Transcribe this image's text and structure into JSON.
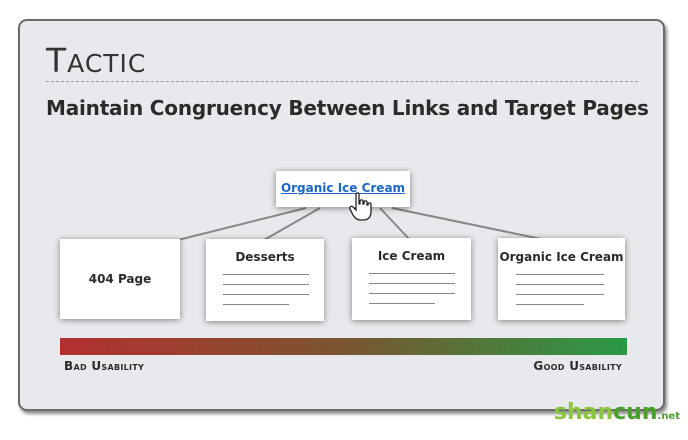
{
  "header": {
    "tactic_initial": "T",
    "tactic_rest": "ACTIC",
    "headline": "Maintain Congruency Between Links and Target Pages"
  },
  "diagram": {
    "source_link": "Organic Ice Cream",
    "targets": [
      {
        "title": "404 Page",
        "has_lines": false
      },
      {
        "title": "Desserts",
        "has_lines": true
      },
      {
        "title": "Ice Cream",
        "has_lines": true
      },
      {
        "title": "Organic Ice Cream",
        "has_lines": true
      }
    ]
  },
  "scale": {
    "left_label": "Bad Usability",
    "right_label": "Good Usability",
    "colors": {
      "bad": "#b43030",
      "good": "#2a9a47"
    }
  },
  "watermark": {
    "part1": "shan",
    "part2": "cun",
    "suffix": ".net"
  }
}
